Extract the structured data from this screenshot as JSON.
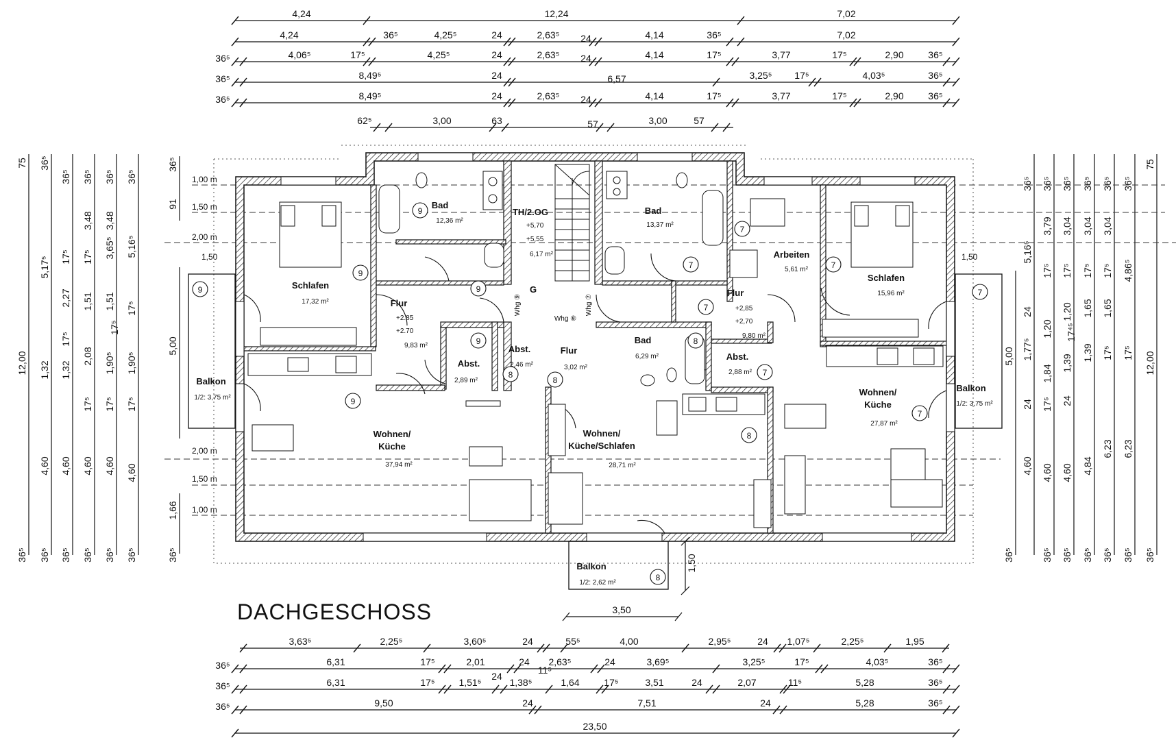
{
  "title": "DACHGESCHOSS",
  "dims_top": [
    [
      "4,24",
      "12,24",
      "7,02"
    ],
    [
      "4,24",
      "36⁵",
      "4,25⁵",
      "24",
      "2,63⁵",
      "24",
      "4,14",
      "36⁵",
      "7,02"
    ],
    [
      "36⁵",
      "4,06⁵",
      "17⁵",
      "4,25⁵",
      "24",
      "2,63⁵",
      "24",
      "4,14",
      "17⁵",
      "3,77",
      "17⁵",
      "2,90",
      "36⁵"
    ],
    [
      "36⁵",
      "8,49⁵",
      "24",
      "6,57",
      "3,25⁵",
      "17⁵",
      "4,03⁵",
      "36⁵"
    ],
    [
      "36⁵",
      "8,49⁵",
      "24",
      "2,63⁵",
      "24",
      "4,14",
      "17⁵",
      "3,77",
      "17⁵",
      "2,90",
      "36⁵"
    ],
    [
      "62⁵",
      "3,00",
      "63",
      "57",
      "3,00",
      "57"
    ]
  ],
  "dims_bottom": [
    [
      "3,63⁵",
      "2,25⁵",
      "3,60⁵",
      "24",
      "55⁵",
      "4,00",
      "2,95⁵",
      "24",
      "1,07⁵",
      "2,25⁵",
      "1,95"
    ],
    [
      "36⁵",
      "6,31",
      "17⁵",
      "2,01",
      "24",
      "2,63⁵",
      "24",
      "3,69⁵",
      "3,25⁵",
      "17⁵",
      "4,03⁵",
      "36⁵"
    ],
    [
      "36⁵",
      "6,31",
      "17⁵",
      "1,51⁵",
      "24",
      "11⁵",
      "1,38⁵",
      "1,64",
      "17⁵",
      "3,51",
      "24",
      "2,07",
      "11⁵",
      "5,28",
      "36⁵"
    ],
    [
      "36⁵",
      "9,50",
      "24",
      "7,51",
      "24",
      "5,28",
      "36⁵"
    ],
    [
      "23,50"
    ]
  ],
  "dims_left": [
    [
      "75",
      "36⁵",
      "36⁵",
      "36⁵",
      "36⁵",
      "36⁵"
    ],
    [
      "5,17⁵",
      "1,32",
      "4,60",
      "36⁵"
    ],
    [
      "17⁵",
      "2,27",
      "17⁵",
      "1,32",
      "4,60",
      "36⁵"
    ],
    [
      "3,48",
      "17⁵",
      "1,51",
      "2,08",
      "17⁵",
      "4,60",
      "36⁵"
    ],
    [
      "3,48",
      "1,51",
      "1,90⁵",
      "17⁵",
      "4,60",
      "36⁵"
    ],
    [
      "3,65⁵",
      "17⁵",
      "1,90⁵",
      "17⁵",
      "4,60",
      "36⁵"
    ],
    [
      "5,16⁵",
      "17⁵",
      "12,00",
      "36⁵"
    ],
    [
      "36⁵",
      "91",
      "5,00",
      "1,66",
      "36⁵"
    ]
  ],
  "dims_right": [
    [
      "36⁵",
      "5,16⁵",
      "24",
      "1,77⁵",
      "24",
      "4,60",
      "36⁵"
    ],
    [
      "36⁵",
      "3,79",
      "17⁵",
      "1,20",
      "1,84",
      "17⁵",
      "4,60",
      "36⁵"
    ],
    [
      "36⁵",
      "3,04",
      "17⁵",
      "1,20",
      "17⁴⁵",
      "1,39",
      "24",
      "4,60",
      "36⁵"
    ],
    [
      "36⁵",
      "3,04",
      "17⁵",
      "1,65",
      "1,39",
      "4,84",
      "36⁵"
    ],
    [
      "36⁵",
      "3,04",
      "17⁵",
      "1,65",
      "17⁵",
      "6,23",
      "36⁵"
    ],
    [
      "36⁵",
      "4,86⁵",
      "17⁵",
      "6,23",
      "36⁵"
    ],
    [
      "75",
      "5,00",
      "12,00",
      "36⁵"
    ]
  ],
  "heights_left": [
    "1,00 m",
    "1,50 m",
    "2,00 m",
    "1,50",
    "2,00 m",
    "1,50 m",
    "1,00 m"
  ],
  "heights_right": [
    "1,50"
  ],
  "balcony_width": "3,50",
  "balcony_depth": "1,50",
  "rooms": [
    {
      "id": "schlafen-9",
      "name": "Schlafen",
      "area": "17,32 m²",
      "unit": "9"
    },
    {
      "id": "bad-9",
      "name": "Bad",
      "area": "12,36 m²",
      "unit": "9"
    },
    {
      "id": "th",
      "name": "TH/2.OG",
      "area": "6,17 m²",
      "lvl1": "+5,70",
      "lvl2": "+5,55"
    },
    {
      "id": "bad-7",
      "name": "Bad",
      "area": "13,37 m²",
      "unit": "7"
    },
    {
      "id": "arbeiten-7",
      "name": "Arbeiten",
      "area": "5,61 m²",
      "unit": "7"
    },
    {
      "id": "schlafen-7",
      "name": "Schlafen",
      "area": "15,96 m²",
      "unit": "7"
    },
    {
      "id": "flur-9",
      "name": "Flur",
      "area": "9,83 m²",
      "lvl1": "+2.85",
      "lvl2": "+2.70",
      "unit": "9"
    },
    {
      "id": "flur-7",
      "name": "Flur",
      "area": "9,80 m²",
      "lvl1": "+2,85",
      "lvl2": "+2,70",
      "unit": "7"
    },
    {
      "id": "abst-9",
      "name": "Abst.",
      "area": "2,89 m²",
      "unit": "9"
    },
    {
      "id": "abst-8",
      "name": "Abst.",
      "area": "2,46 m²",
      "unit": "8"
    },
    {
      "id": "flur-8",
      "name": "Flur",
      "area": "3,02 m²",
      "unit": "8"
    },
    {
      "id": "bad-8",
      "name": "Bad",
      "area": "6,29 m²",
      "unit": "8"
    },
    {
      "id": "abst-7",
      "name": "Abst.",
      "area": "2,88 m²",
      "unit": "7"
    },
    {
      "id": "wohnen-9",
      "name": "Wohnen/\nKüche",
      "area": "37,94 m²",
      "unit": "9"
    },
    {
      "id": "wohnen-8",
      "name": "Wohnen/\nKüche/Schlafen",
      "area": "28,71 m²",
      "unit": "8"
    },
    {
      "id": "wohnen-7",
      "name": "Wohnen/\nKüche",
      "area": "27,87 m²",
      "unit": "7"
    },
    {
      "id": "balkon-9",
      "name": "Balkon",
      "area": "1/2: 3,75 m²",
      "unit": "9"
    },
    {
      "id": "balkon-8",
      "name": "Balkon",
      "area": "1/2: 2,62 m²",
      "unit": "8"
    },
    {
      "id": "balkon-7",
      "name": "Balkon",
      "area": "1/2: 3,75 m²",
      "unit": "7"
    }
  ],
  "corridor_label": "G",
  "whg_labels": [
    "Whg ⑨",
    "Whg ⑧",
    "Whg ⑦"
  ]
}
